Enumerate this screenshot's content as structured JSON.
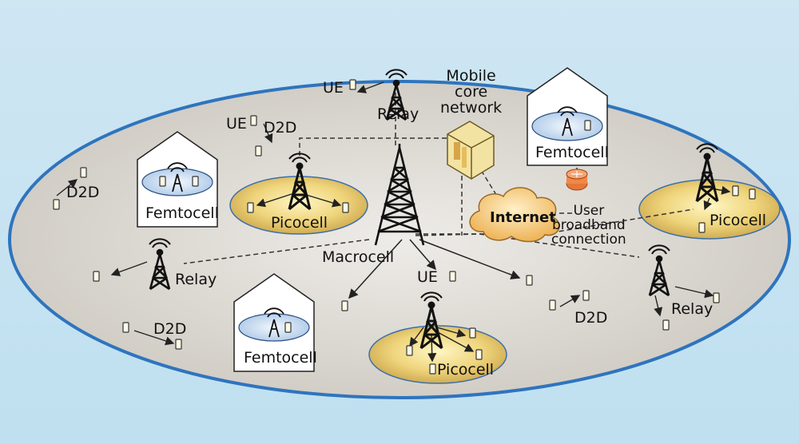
{
  "labels": {
    "mobile_core": [
      "Mobile",
      "core",
      "network"
    ],
    "internet": "Internet",
    "user_broadband": [
      "User",
      "broadband",
      "connection"
    ],
    "macrocell": "Macrocell",
    "picocell": "Picocell",
    "femtocell": "Femtocell",
    "relay": "Relay",
    "ue": "UE",
    "d2d": "D2D"
  },
  "colors": {
    "background": "#c7e4f2",
    "ellipse_fill": "#d6d3cd",
    "ellipse_border": "#2a6fb6",
    "picocell_fill": "#e5c56a",
    "femto_fill": "#bcd3ec",
    "router": "#e97a3a",
    "cloud": "#f6c978",
    "server": "#f4e3a8"
  }
}
